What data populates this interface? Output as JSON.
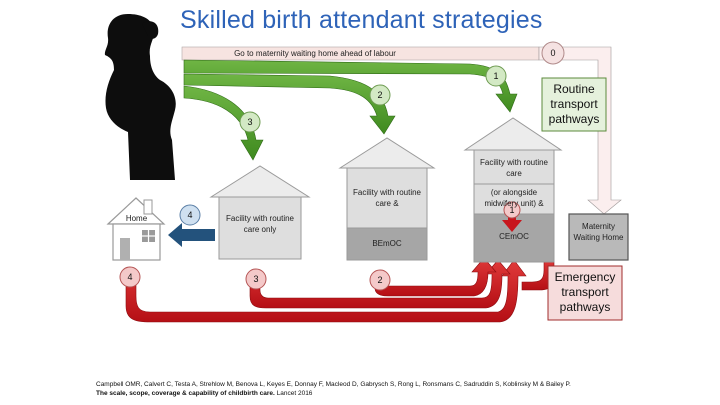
{
  "title": "Skilled birth attendant strategies",
  "banner_text": "Go to maternity waiting home ahead of labour",
  "home": {
    "label": "Home"
  },
  "facilities": [
    {
      "label": "Facility with routine care only",
      "level": ""
    },
    {
      "label": "Facility with routine care &",
      "level": "BEmOC"
    },
    {
      "label": "Facility with routine care",
      "sublabel": "(or alongside midwifery unit)  &",
      "level": "CEmOC"
    }
  ],
  "maternity_home": {
    "label": "Maternity Waiting Home"
  },
  "routine_pathways_label": "Routine transport pathways",
  "emergency_pathways_label": "Emergency transport pathways",
  "routine_markers": [
    "0",
    "1",
    "2",
    "3",
    "4"
  ],
  "emergency_markers": [
    "1",
    "2",
    "3",
    "4"
  ],
  "citation": {
    "authors": "Campbell OMR, Calvert C, Testa A, Strehlow M, Benova L, Keyes E, Donnay F, Macleod D, Gabrysch S, Rong L, Ronsmans C, Sadruddin S, Koblinsky M & Bailey P.",
    "article": "The scale, scope, coverage & capability of childbirth care.",
    "journal": "Lancet 2016"
  },
  "colors": {
    "title": "#2e63b8",
    "green": "#4e9a2a",
    "red": "#c8161d",
    "navy": "#23527c",
    "gray": "#cfcfcf",
    "darkgray": "#a3a3a3",
    "callout_green_bg": "#e5f1dc",
    "callout_red_bg": "#f6dcdc"
  }
}
